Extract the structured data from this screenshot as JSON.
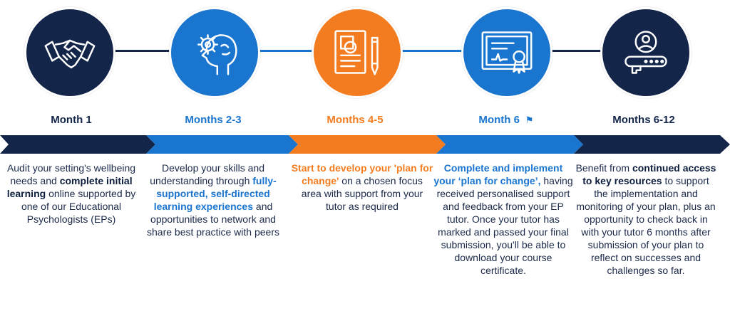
{
  "colors": {
    "navy": "#14254a",
    "dark": "#0d1e3d",
    "blue": "#1a75cf",
    "orange": "#f47c20",
    "text": "#1b2a4a"
  },
  "stages": [
    {
      "label": "Month 1",
      "icon": "handshake-icon",
      "desc": [
        "Audit your setting's wellbeing needs and ",
        "complete initial learning",
        " online supported by one of our Educational Psychologists (EPs)"
      ]
    },
    {
      "label": "Months 2-3",
      "icon": "brain-gear-icon",
      "desc": [
        "Develop your skills and understanding through ",
        "fully-supported, self-directed learning experiences",
        " and opportunities to network and share best practice with peers"
      ]
    },
    {
      "label": "Months 4-5",
      "icon": "plan-document-pencil-icon",
      "desc": [
        "",
        "Start to develop your 'plan for change'",
        " on a chosen focus area with support from your tutor as required"
      ]
    },
    {
      "label": "Month 6",
      "icon": "certificate-icon",
      "flag_icon": "flag-icon",
      "desc": [
        "",
        "Complete and implement your ‘plan for change’,",
        " having received personalised support and feedback from your EP tutor. Once your tutor has marked and passed your final submission, you'll be able to download your course certificate."
      ]
    },
    {
      "label": "Months 6-12",
      "icon": "user-access-key-icon",
      "desc": [
        "Benefit from ",
        "continued access to key resources",
        " to support the implementation and monitoring of your plan, plus an opportunity to check back in with your tutor 6 months after submission of your plan to reflect on successes and challenges so far."
      ]
    }
  ]
}
